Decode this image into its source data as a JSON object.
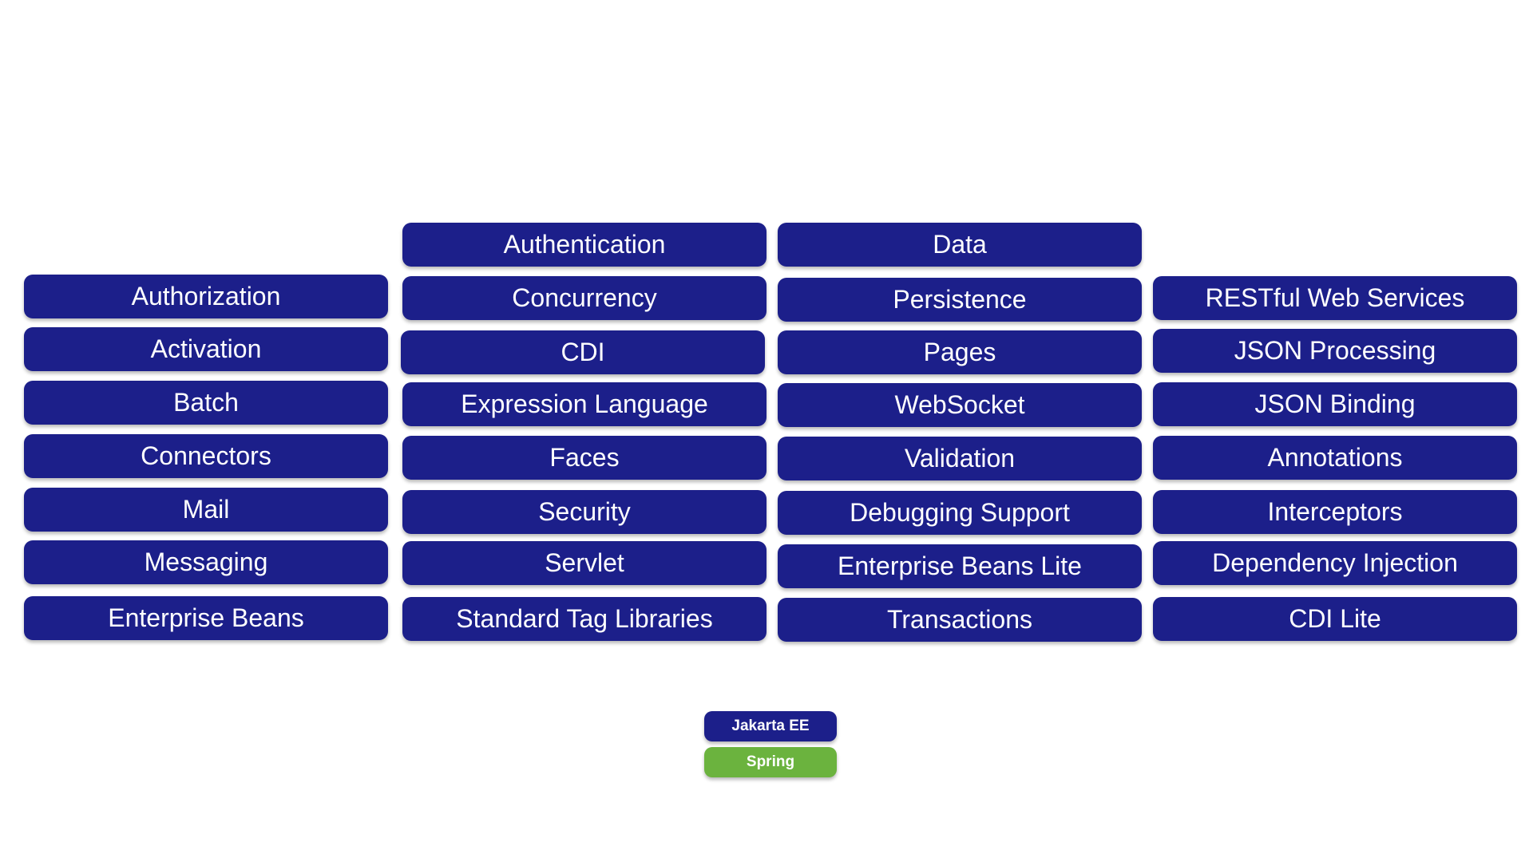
{
  "colors": {
    "jakarta": "#1c1f8a",
    "spring": "#6bb33e"
  },
  "columns": [
    {
      "items": [
        "Authorization",
        "Activation",
        "Batch",
        "Connectors",
        "Mail",
        "Messaging",
        "Enterprise Beans"
      ]
    },
    {
      "items": [
        "Authentication",
        "Concurrency",
        "CDI",
        "Expression Language",
        "Faces",
        "Security",
        "Servlet",
        "Standard Tag Libraries"
      ]
    },
    {
      "items": [
        "Data",
        "Persistence",
        "Pages",
        "WebSocket",
        "Validation",
        "Debugging Support",
        "Enterprise Beans Lite",
        "Transactions"
      ]
    },
    {
      "items": [
        "RESTful Web Services",
        "JSON Processing",
        "JSON Binding",
        "Annotations",
        "Interceptors",
        "Dependency Injection",
        "CDI Lite"
      ]
    }
  ],
  "legend": {
    "jakarta_label": "Jakarta EE",
    "spring_label": "Spring"
  }
}
